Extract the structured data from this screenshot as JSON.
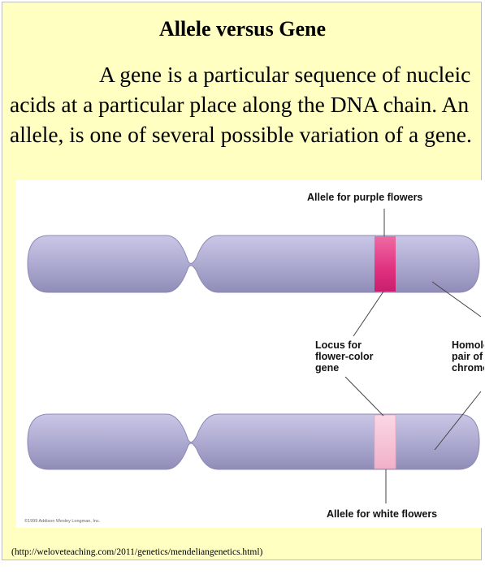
{
  "slide": {
    "title": "Allele versus Gene",
    "body": "A gene is a particular sequence of nucleic acids at a particular place along the DNA chain.  An allele, is one of several possible variation of a gene.",
    "source": "(http://weloveteaching.com/2011/genetics/mendeliangenetics.html)"
  },
  "figure": {
    "labels": {
      "allele_purple": "Allele for purple flowers",
      "locus": "Locus for\nflower-color\ngene",
      "homologous": "Homologous\npair of\nchromosomes",
      "allele_white": "Allele for white flowers"
    },
    "copyright": "©1999 Addison Wesley Longman, Inc.",
    "colors": {
      "chromosome": "#b1aed4",
      "purple_allele": "#e0317f",
      "white_allele": "#f6bfd2",
      "background": "#ffffc2"
    }
  }
}
